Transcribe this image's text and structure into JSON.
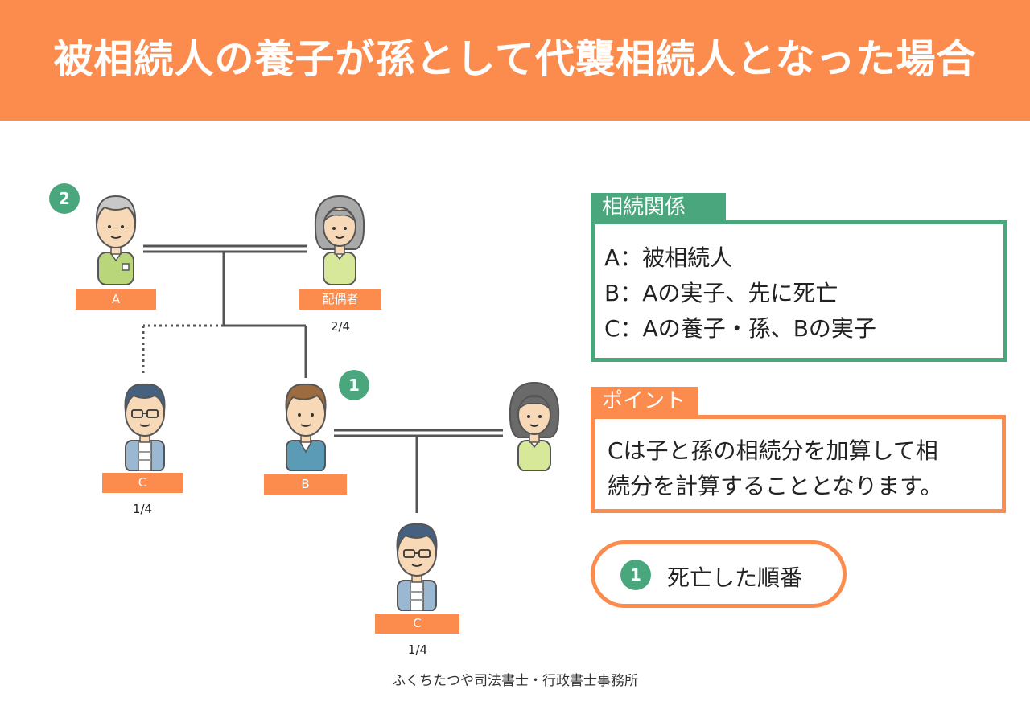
{
  "title": "被相続人の養子が孫として代襲相続人となった場合",
  "people": {
    "a": {
      "label": "A"
    },
    "spouse_a": {
      "label": "配偶者",
      "share": "2/4"
    },
    "c_adopted": {
      "label": "C",
      "share": "1/4"
    },
    "b": {
      "label": "B"
    },
    "c_grandchild": {
      "label": "C",
      "share": "1/4"
    }
  },
  "badges": {
    "a_order": "2",
    "b_order": "1"
  },
  "relationship_box": {
    "heading": "相続関係",
    "lines": [
      "A：被相続人",
      "B：Aの実子、先に死亡",
      "C：Aの養子・孫、Bの実子"
    ]
  },
  "point_box": {
    "heading": "ポイント",
    "lines": [
      "Cは子と孫の相続分を加算して相",
      "続分を計算することとなります。"
    ]
  },
  "legend": {
    "number": "1",
    "text": "死亡した順番"
  },
  "footer": "ふくちたつや司法書士・行政書士事務所",
  "colors": {
    "header": "#fb8c4e",
    "accent_green": "#4aa77d",
    "accent_orange": "#fb8c4e"
  }
}
